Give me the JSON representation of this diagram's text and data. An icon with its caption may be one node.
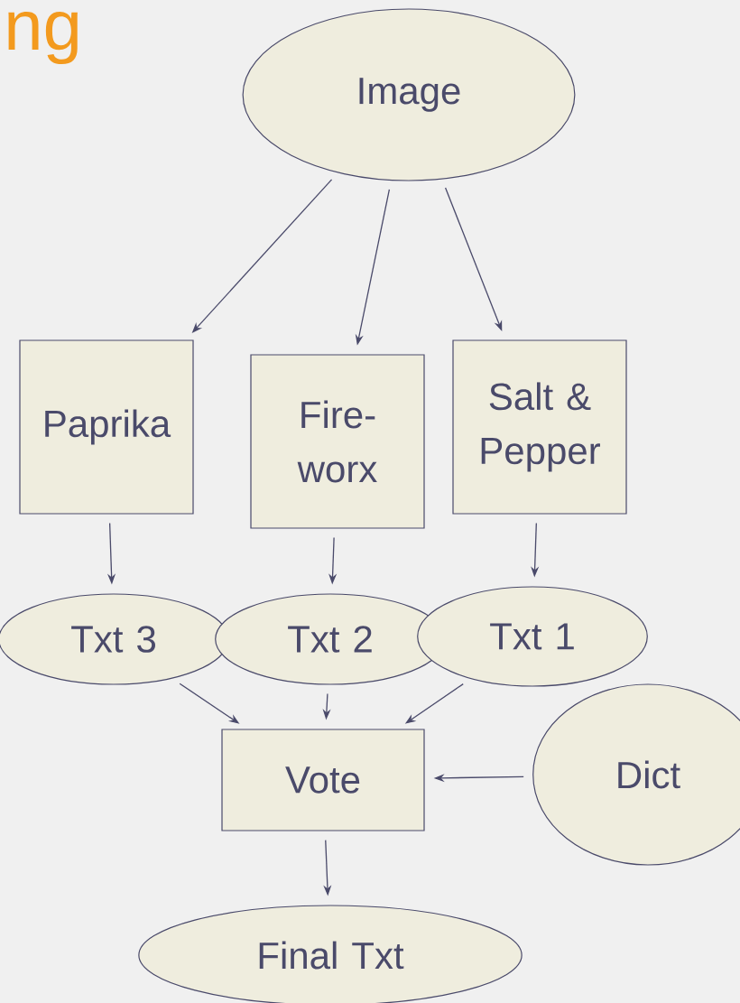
{
  "diagram": {
    "title": "ng",
    "nodes": [
      {
        "text": [
          "Image"
        ]
      },
      {
        "text": [
          "Paprika"
        ]
      },
      {
        "text": [
          "Fire- worx"
        ]
      },
      {
        "text": [
          "Salt & Pepper"
        ]
      },
      {
        "text": [
          "Txt 3"
        ]
      },
      {
        "text": [
          "Txt 2"
        ]
      },
      {
        "text": [
          "Txt 1"
        ]
      },
      {
        "text": [
          "Vote"
        ]
      },
      {
        "text": [
          "Dict"
        ]
      },
      {
        "text": [
          "Final Txt"
        ]
      }
    ],
    "edges": [
      {
        "from": 0,
        "to": 1,
        "arrow": "to"
      },
      {
        "from": 0,
        "to": 2,
        "arrow": "to"
      },
      {
        "from": 0,
        "to": 3,
        "arrow": "to"
      },
      {
        "from": 1,
        "to": 4,
        "arrow": "to"
      },
      {
        "from": 2,
        "to": 5,
        "arrow": "to"
      },
      {
        "from": 3,
        "to": 6,
        "arrow": "to"
      },
      {
        "from": 4,
        "to": 7,
        "arrow": "to"
      },
      {
        "from": 5,
        "to": 7,
        "arrow": "to"
      },
      {
        "from": 6,
        "to": 7,
        "arrow": "to"
      },
      {
        "from": 8,
        "to": 7,
        "arrow": "to"
      },
      {
        "from": 7,
        "to": 9,
        "arrow": "to"
      }
    ]
  }
}
